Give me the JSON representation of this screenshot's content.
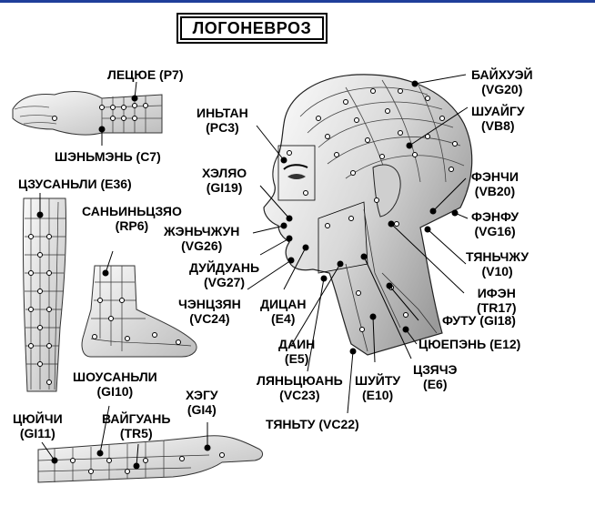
{
  "title": "ЛОГОНЕВРОЗ",
  "colors": {
    "accent": "#1f3f9a",
    "ink": "#000000",
    "skin_light": "#f2f2f2",
    "skin_shade": "#b9b9b9"
  },
  "labels": {
    "leczoe": [
      "ЛЕЦЮЕ (P7)"
    ],
    "shenmen": [
      "ШЭНЬМЭНЬ (C7)"
    ],
    "inyan": [
      "ИНЬТАН",
      "(PC3)"
    ],
    "helyao": [
      "ХЭЛЯО",
      "(GI19)"
    ],
    "baihuei": [
      "БАЙХУЭЙ",
      "(VG20)"
    ],
    "shuaygu": [
      "ШУАЙГУ",
      "(VB8)"
    ],
    "fenchi": [
      "ФЭНЧИ",
      "(VB20)"
    ],
    "fenfu": [
      "ФЭНФУ",
      "(VG16)"
    ],
    "tyanchzhu": [
      "ТЯНЬЧЖУ",
      "(V10)"
    ],
    "ifen": [
      "ИФЭН",
      "(TR17)"
    ],
    "futu": [
      "ФУТУ (GI18)"
    ],
    "tsyuepen": [
      "ЦЮЕПЭНЬ (E12)"
    ],
    "tszyache": [
      "ЦЗЯЧЭ",
      "(E6)"
    ],
    "shuitu": [
      "ШУЙТУ",
      "(E10)"
    ],
    "tyantu": [
      "ТЯНЬТУ (VC22)"
    ],
    "lyantsyuan": [
      "ЛЯНЬЦЮАНЬ",
      "(VC23)"
    ],
    "dain": [
      "ДАИН",
      "(E5)"
    ],
    "ditsan": [
      "ДИЦАН",
      "(E4)"
    ],
    "chentszyan": [
      "ЧЭНЦЗЯН",
      "(VC24)"
    ],
    "duiduan": [
      "ДУЙДУАНЬ",
      "(VG27)"
    ],
    "zhenchzhun": [
      "ЖЭНЬЧЖУН",
      "(VG26)"
    ],
    "saninjiao": [
      "САНЬИНЬЦЗЯО",
      "(RP6)"
    ],
    "tszusanli": [
      "ЦЗУСАНЬЛИ (E36)"
    ],
    "shousanli": [
      "ШОУСАНЬЛИ",
      "(GI10)"
    ],
    "hegu": [
      "ХЭГУ",
      "(GI4)"
    ],
    "vaiguan": [
      "ВАЙГУАНЬ",
      "(TR5)"
    ],
    "tsyuichi": [
      "ЦЮЙЧИ",
      "(GI11)"
    ]
  }
}
